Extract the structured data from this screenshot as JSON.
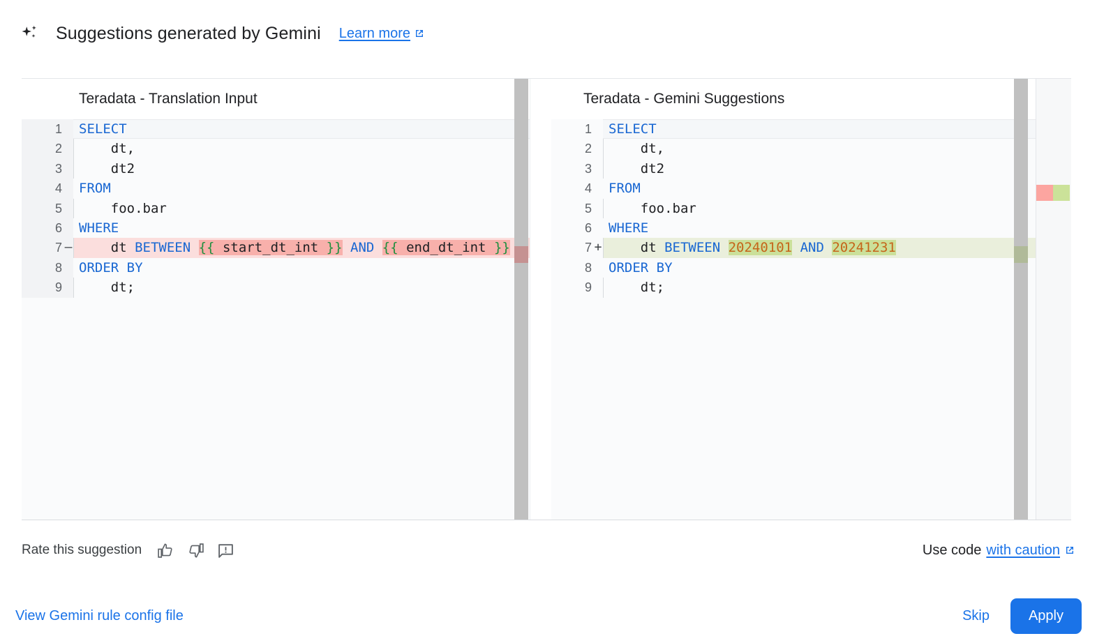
{
  "header": {
    "icon": "sparkle-icon",
    "title": "Suggestions generated by Gemini",
    "learn_more_label": "Learn more",
    "learn_more_icon": "external-link-icon"
  },
  "diff": {
    "left_panel": {
      "title": "Teradata - Translation Input",
      "lines": [
        {
          "n": "1",
          "sign": "",
          "state": "current",
          "indent_guide": false,
          "tokens": [
            {
              "t": "SELECT",
              "c": "kw"
            }
          ]
        },
        {
          "n": "2",
          "sign": "",
          "state": "",
          "indent_guide": true,
          "tokens": [
            {
              "t": "    dt,",
              "c": "plain"
            }
          ]
        },
        {
          "n": "3",
          "sign": "",
          "state": "",
          "indent_guide": true,
          "tokens": [
            {
              "t": "    dt2",
              "c": "plain"
            }
          ]
        },
        {
          "n": "4",
          "sign": "",
          "state": "",
          "indent_guide": false,
          "tokens": [
            {
              "t": "FROM",
              "c": "kw"
            }
          ]
        },
        {
          "n": "5",
          "sign": "",
          "state": "",
          "indent_guide": true,
          "tokens": [
            {
              "t": "    foo.bar",
              "c": "plain"
            }
          ]
        },
        {
          "n": "6",
          "sign": "",
          "state": "",
          "indent_guide": false,
          "tokens": [
            {
              "t": "WHERE",
              "c": "kw"
            }
          ]
        },
        {
          "n": "7",
          "sign": "—",
          "state": "removed",
          "indent_guide": true,
          "tokens": [
            {
              "t": "    dt ",
              "c": "plain"
            },
            {
              "t": "BETWEEN",
              "c": "kw"
            },
            {
              "t": " ",
              "c": "plain"
            },
            {
              "t": "{{",
              "c": "brace",
              "chunk": "del"
            },
            {
              "t": " start_dt_int ",
              "c": "plain",
              "chunk": "del"
            },
            {
              "t": "}}",
              "c": "brace",
              "chunk": "del"
            },
            {
              "t": " ",
              "c": "plain"
            },
            {
              "t": "AND",
              "c": "kw"
            },
            {
              "t": " ",
              "c": "plain"
            },
            {
              "t": "{{",
              "c": "brace",
              "chunk": "del"
            },
            {
              "t": " end_dt_int ",
              "c": "plain",
              "chunk": "del"
            },
            {
              "t": "}}",
              "c": "brace",
              "chunk": "del"
            }
          ]
        },
        {
          "n": "8",
          "sign": "",
          "state": "",
          "indent_guide": false,
          "tokens": [
            {
              "t": "ORDER BY",
              "c": "kw"
            }
          ]
        },
        {
          "n": "9",
          "sign": "",
          "state": "",
          "indent_guide": true,
          "tokens": [
            {
              "t": "    dt;",
              "c": "plain"
            }
          ]
        }
      ]
    },
    "right_panel": {
      "title": "Teradata - Gemini Suggestions",
      "lines": [
        {
          "n": "1",
          "sign": "",
          "state": "current",
          "indent_guide": false,
          "tokens": [
            {
              "t": "SELECT",
              "c": "kw"
            }
          ]
        },
        {
          "n": "2",
          "sign": "",
          "state": "",
          "indent_guide": true,
          "tokens": [
            {
              "t": "    dt,",
              "c": "plain"
            }
          ]
        },
        {
          "n": "3",
          "sign": "",
          "state": "",
          "indent_guide": true,
          "tokens": [
            {
              "t": "    dt2",
              "c": "plain"
            }
          ]
        },
        {
          "n": "4",
          "sign": "",
          "state": "",
          "indent_guide": false,
          "tokens": [
            {
              "t": "FROM",
              "c": "kw"
            }
          ]
        },
        {
          "n": "5",
          "sign": "",
          "state": "",
          "indent_guide": true,
          "tokens": [
            {
              "t": "    foo.bar",
              "c": "plain"
            }
          ]
        },
        {
          "n": "6",
          "sign": "",
          "state": "",
          "indent_guide": false,
          "tokens": [
            {
              "t": "WHERE",
              "c": "kw"
            }
          ]
        },
        {
          "n": "7",
          "sign": "+",
          "state": "added",
          "indent_guide": true,
          "tokens": [
            {
              "t": "    dt ",
              "c": "plain"
            },
            {
              "t": "BETWEEN",
              "c": "kw"
            },
            {
              "t": " ",
              "c": "plain"
            },
            {
              "t": "20240101",
              "c": "num",
              "chunk": "add"
            },
            {
              "t": " ",
              "c": "plain"
            },
            {
              "t": "AND",
              "c": "kw"
            },
            {
              "t": " ",
              "c": "plain"
            },
            {
              "t": "20241231",
              "c": "num",
              "chunk": "add"
            }
          ]
        },
        {
          "n": "8",
          "sign": "",
          "state": "",
          "indent_guide": false,
          "tokens": [
            {
              "t": "ORDER BY",
              "c": "kw"
            }
          ]
        },
        {
          "n": "9",
          "sign": "",
          "state": "",
          "indent_guide": true,
          "tokens": [
            {
              "t": "    dt;",
              "c": "plain"
            }
          ]
        }
      ]
    },
    "overview_markers": {
      "removed_color": "#fca5a0",
      "added_color": "#cbe299"
    }
  },
  "rate": {
    "label": "Rate this suggestion",
    "thumb_up_icon": "thumb-up-icon",
    "thumb_down_icon": "thumb-down-icon",
    "feedback_icon": "feedback-icon",
    "caution_prefix": "Use code",
    "caution_link": "with caution",
    "caution_icon": "external-link-icon"
  },
  "footer": {
    "config_link": "View Gemini rule config file",
    "skip_label": "Skip",
    "apply_label": "Apply",
    "apply_color": "#1a73e8"
  }
}
